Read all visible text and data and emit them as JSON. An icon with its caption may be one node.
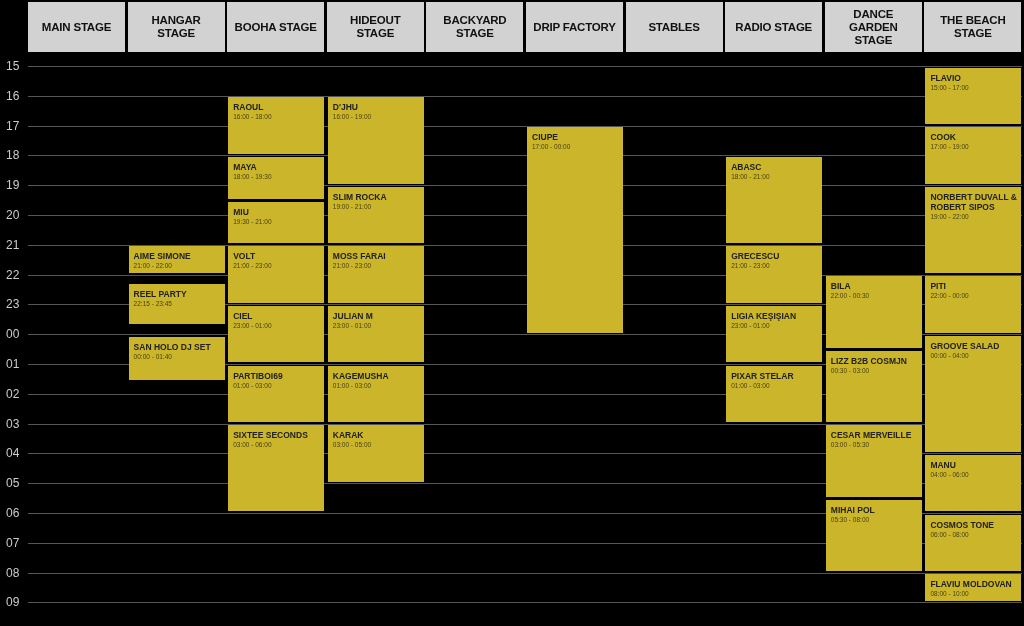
{
  "diagram": {
    "nodes": [
      {
        "text": [
          "MAIN STAGE"
        ]
      },
      {
        "text": [
          "HANGAR STAGE"
        ]
      },
      {
        "text": [
          "BOOHA STAGE"
        ]
      },
      {
        "text": [
          "HIDEOUT STAGE"
        ]
      },
      {
        "text": [
          "BACKYARD STAGE"
        ]
      },
      {
        "text": [
          "DRIP FACTORY"
        ]
      },
      {
        "text": [
          "STABLES"
        ]
      },
      {
        "text": [
          "RADIO STAGE"
        ]
      },
      {
        "text": [
          "DANCE GARDEN STAGE"
        ]
      },
      {
        "text": [
          "THE BEACH STAGE"
        ]
      },
      {
        "text": [
          "AIME SIMONE",
          "21:00 - 22:00"
        ]
      },
      {
        "text": [
          "REEL PARTY",
          "22:15 - 23:45"
        ]
      },
      {
        "text": [
          "SAN HOLO DJ SET",
          "00:00 - 01:40"
        ]
      },
      {
        "text": [
          "RAOUL",
          "16:00 - 18:00"
        ]
      },
      {
        "text": [
          "MAYA",
          "18:00 - 19:30"
        ]
      },
      {
        "text": [
          "MIU",
          "19:30 - 21:00"
        ]
      },
      {
        "text": [
          "VOLT",
          "21:00 - 23:00"
        ]
      },
      {
        "text": [
          "CIEL",
          "23:00 - 01:00"
        ]
      },
      {
        "text": [
          "PARTIBOI69",
          "01:00 - 03:00"
        ]
      },
      {
        "text": [
          "SIXTEE SECONDS",
          "03:00 - 06:00"
        ]
      },
      {
        "text": [
          "D'JHU",
          "16:00 - 19:00"
        ]
      },
      {
        "text": [
          "SLIM ROCKA",
          "19:00 - 21:00"
        ]
      },
      {
        "text": [
          "MOSS FARAI",
          "21:00 - 23:00"
        ]
      },
      {
        "text": [
          "JULIAN M",
          "23:00 - 01:00"
        ]
      },
      {
        "text": [
          "KAGEMUSHA",
          "01:00 - 03:00"
        ]
      },
      {
        "text": [
          "KARAK",
          "03:00 - 05:00"
        ]
      },
      {
        "text": [
          "CIUPE",
          "17:00 - 00:00"
        ]
      },
      {
        "text": [
          "ABASC",
          "18:00 - 21:00"
        ]
      },
      {
        "text": [
          "GRECESCU",
          "21:00 - 23:00"
        ]
      },
      {
        "text": [
          "LIGIA KEŞIŞIAN",
          "23:00 - 01:00"
        ]
      },
      {
        "text": [
          "PIXAR STELAR",
          "01:00 - 03:00"
        ]
      },
      {
        "text": [
          "BILA",
          "22:00 - 00:30"
        ]
      },
      {
        "text": [
          "LIZZ B2B COSMJN",
          "00:30 - 03:00"
        ]
      },
      {
        "text": [
          "CESAR MERVEILLE",
          "03:00 - 05:30"
        ]
      },
      {
        "text": [
          "MIHAI POL",
          "05:30 - 08:00"
        ]
      },
      {
        "text": [
          "FLAVIO",
          "15:00 - 17:00"
        ]
      },
      {
        "text": [
          "COOK",
          "17:00 - 19:00"
        ]
      },
      {
        "text": [
          "NORBERT DUVALL & ROBERT SIPOS",
          "19:00 - 22:00"
        ]
      },
      {
        "text": [
          "PITI",
          "22:00 - 00:00"
        ]
      },
      {
        "text": [
          "GROOVE SALAD",
          "00:00 - 04:00"
        ]
      },
      {
        "text": [
          "MANU",
          "04:00 - 06:00"
        ]
      },
      {
        "text": [
          "COSMOS TONE",
          "06:00 - 08:00"
        ]
      },
      {
        "text": [
          "FLAVIU MOLDOVAN",
          "08:00 - 10:00"
        ]
      }
    ],
    "labels": [
      "15",
      "16",
      "17",
      "18",
      "19",
      "20",
      "21",
      "22",
      "23",
      "00",
      "01",
      "02",
      "03",
      "04",
      "05",
      "06",
      "07",
      "08",
      "09"
    ]
  }
}
